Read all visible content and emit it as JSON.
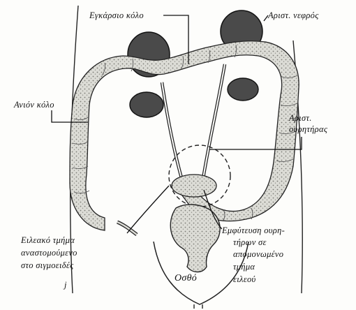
{
  "labels": {
    "transverse_colon": "Εγκάρσιο κόλο",
    "left_kidney": "Αριστ. νεφρός",
    "ascending_colon": "Ανιόν κόλο",
    "left_ureter_line1": "Αριστ.",
    "left_ureter_line2": "ουρητήρας",
    "ileal_segment_line1": "Ειλεακό τμήμα",
    "ileal_segment_line2": "αναστομούμενο",
    "ileal_segment_line3": "στο σιγμοειδές",
    "implantation_line1": "Εμφύτευση ουρη-",
    "implantation_line2": "τήρων σε",
    "implantation_line3": "απομονωμένο",
    "implantation_line4": "τμήμα",
    "implantation_line5": "ειλεού",
    "rectum": "Οσθό",
    "stray_mark": "j"
  },
  "colors": {
    "ink": "#111111",
    "kidney_fill": "#4a4a4a",
    "colon_fill": "#d9d9d4",
    "paper": "#fdfdfb"
  }
}
